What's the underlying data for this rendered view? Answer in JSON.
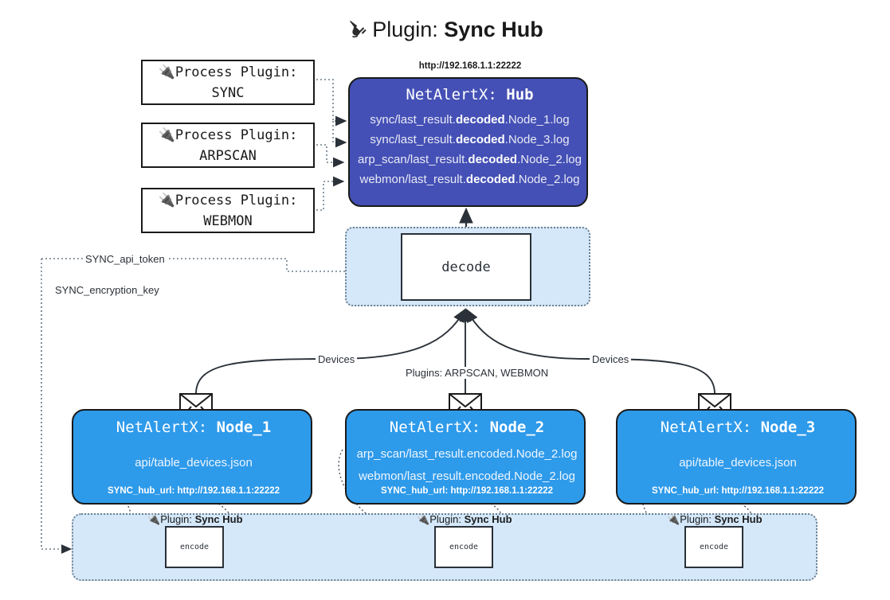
{
  "title": {
    "icon": "plug-icon",
    "prefix": "Plugin:",
    "name": "Sync Hub"
  },
  "process_plugins": [
    {
      "icon": "plug-icon",
      "line1": "Process Plugin:",
      "line2": "SYNC"
    },
    {
      "icon": "plug-icon",
      "line1": "Process Plugin:",
      "line2": "ARPSCAN"
    },
    {
      "icon": "plug-icon",
      "line1": "Process Plugin:",
      "line2": "WEBMON"
    }
  ],
  "hub": {
    "url": "http://192.168.1.1:22222",
    "title_prefix": "NetAlertX:",
    "title_name": "Hub",
    "logs": [
      {
        "pre": "sync/last_result.",
        "mid": "decoded",
        "post": ".Node_1.log"
      },
      {
        "pre": "sync/last_result.",
        "mid": "decoded",
        "post": ".Node_3.log"
      },
      {
        "pre": "arp_scan/last_result.",
        "mid": "decoded",
        "post": ".Node_2.log"
      },
      {
        "pre": "webmon/last_result.",
        "mid": "decoded",
        "post": ".Node_2.log"
      }
    ]
  },
  "decode": {
    "label": "decode"
  },
  "edge_labels": {
    "api_token": "SYNC_api_token",
    "encryption_key": "SYNC_encryption_key",
    "devices_left": "Devices",
    "devices_right": "Devices",
    "plugins": "Plugins: ARPSCAN, WEBMON"
  },
  "nodes": [
    {
      "title_prefix": "NetAlertX:",
      "title_name": "Node_1",
      "lines": [
        "api/table_devices.json"
      ],
      "footer": "SYNC_hub_url: http://192.168.1.1:22222",
      "envelope_icon": "envelope-icon"
    },
    {
      "title_prefix": "NetAlertX:",
      "title_name": "Node_2",
      "lines": [
        "arp_scan/last_result.encoded.Node_2.log",
        "webmon/last_result.encoded.Node_2.log"
      ],
      "footer": "SYNC_hub_url: http://192.168.1.1:22222",
      "envelope_icon": "envelope-icon"
    },
    {
      "title_prefix": "NetAlertX:",
      "title_name": "Node_3",
      "lines": [
        "api/table_devices.json"
      ],
      "footer": "SYNC_hub_url: http://192.168.1.1:22222",
      "envelope_icon": "envelope-icon"
    }
  ],
  "encoders": [
    {
      "caption_icon": "plug-icon",
      "caption_prefix": "Plugin:",
      "caption_name": "Sync Hub",
      "label": "encode"
    },
    {
      "caption_icon": "plug-icon",
      "caption_prefix": "Plugin:",
      "caption_name": "Sync Hub",
      "label": "encode"
    },
    {
      "caption_icon": "plug-icon",
      "caption_prefix": "Plugin:",
      "caption_name": "Sync Hub",
      "label": "encode"
    }
  ],
  "colors": {
    "hub_fill": "#4450b5",
    "node_fill": "#2e9aea",
    "container_fill": "#d4e8fa",
    "stroke": "#1a1a1a",
    "dotted_stroke": "#6f7f8c",
    "background": "#ffffff"
  }
}
